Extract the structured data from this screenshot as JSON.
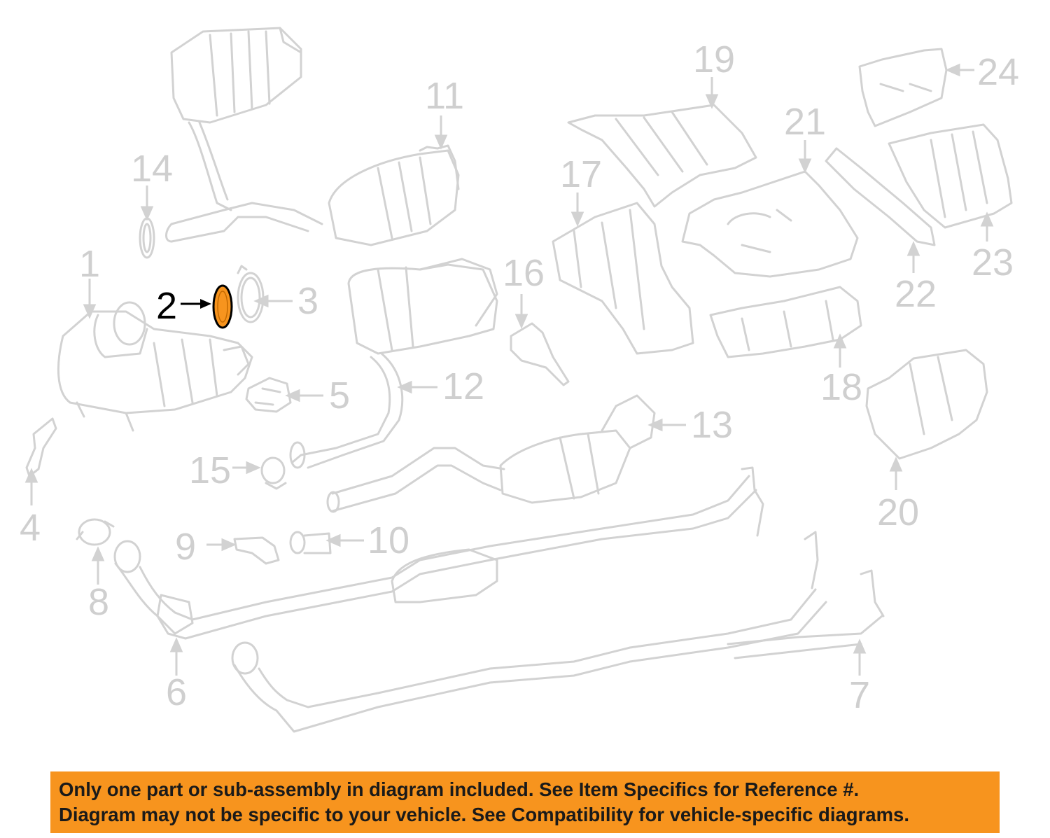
{
  "diagram": {
    "callouts": [
      {
        "id": "1",
        "label": "1"
      },
      {
        "id": "2",
        "label": "2",
        "highlighted": true
      },
      {
        "id": "3",
        "label": "3"
      },
      {
        "id": "4",
        "label": "4"
      },
      {
        "id": "5",
        "label": "5"
      },
      {
        "id": "6",
        "label": "6"
      },
      {
        "id": "7",
        "label": "7"
      },
      {
        "id": "8",
        "label": "8"
      },
      {
        "id": "9",
        "label": "9"
      },
      {
        "id": "10",
        "label": "10"
      },
      {
        "id": "11",
        "label": "11"
      },
      {
        "id": "12",
        "label": "12"
      },
      {
        "id": "13",
        "label": "13"
      },
      {
        "id": "14",
        "label": "14"
      },
      {
        "id": "15",
        "label": "15"
      },
      {
        "id": "16",
        "label": "16"
      },
      {
        "id": "17",
        "label": "17"
      },
      {
        "id": "18",
        "label": "18"
      },
      {
        "id": "19",
        "label": "19"
      },
      {
        "id": "20",
        "label": "20"
      },
      {
        "id": "21",
        "label": "21"
      },
      {
        "id": "22",
        "label": "22"
      },
      {
        "id": "23",
        "label": "23"
      },
      {
        "id": "24",
        "label": "24"
      }
    ],
    "colors": {
      "part_outline": "#d2d2d2",
      "callout_inactive": "#cfcfcf",
      "callout_active": "#000000",
      "highlight_part": "#f7941e"
    }
  },
  "notice": {
    "line1": "Only one part or sub-assembly in diagram included. See Item Specifics for Reference #.",
    "line2": "Diagram may not be specific to your vehicle. See Compatibility for vehicle-specific diagrams.",
    "background": "#f7941e"
  }
}
